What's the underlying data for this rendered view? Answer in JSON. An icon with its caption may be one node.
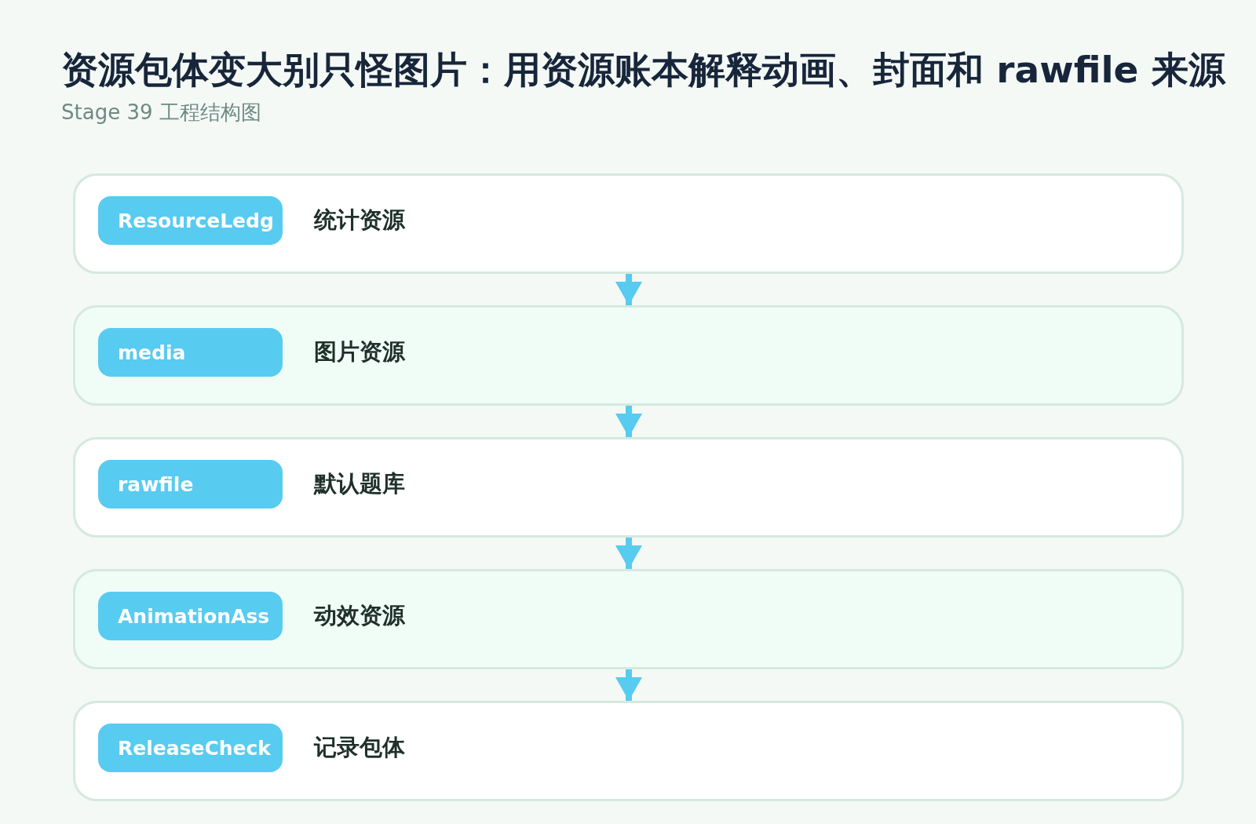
{
  "diagram": {
    "title": "资源包体变大别只怪图片：用资源账本解释动画、封面和 rawfile 来源",
    "nodes": [
      {
        "text": [
          "统计资源"
        ]
      },
      {
        "text": [
          "ResourceLedg"
        ],
        "in": 0
      },
      {
        "text": [
          "图片资源"
        ]
      },
      {
        "text": [
          "media"
        ],
        "in": 2
      },
      {
        "text": [
          "默认题库"
        ]
      },
      {
        "text": [
          "rawfile"
        ],
        "in": 4
      },
      {
        "text": [
          "动效资源"
        ]
      },
      {
        "text": [
          "AnimationAss"
        ],
        "in": 6
      },
      {
        "text": [
          "记录包体"
        ]
      },
      {
        "text": [
          "ReleaseCheck"
        ],
        "in": 8
      }
    ],
    "edges": [
      {
        "from": 0,
        "to": 2,
        "arrow": "to"
      },
      {
        "from": 2,
        "to": 4,
        "arrow": "to"
      },
      {
        "from": 4,
        "to": 6,
        "arrow": "to"
      },
      {
        "from": 6,
        "to": 8,
        "arrow": "to"
      }
    ],
    "labels": [
      "Stage 39 工程结构图"
    ]
  }
}
